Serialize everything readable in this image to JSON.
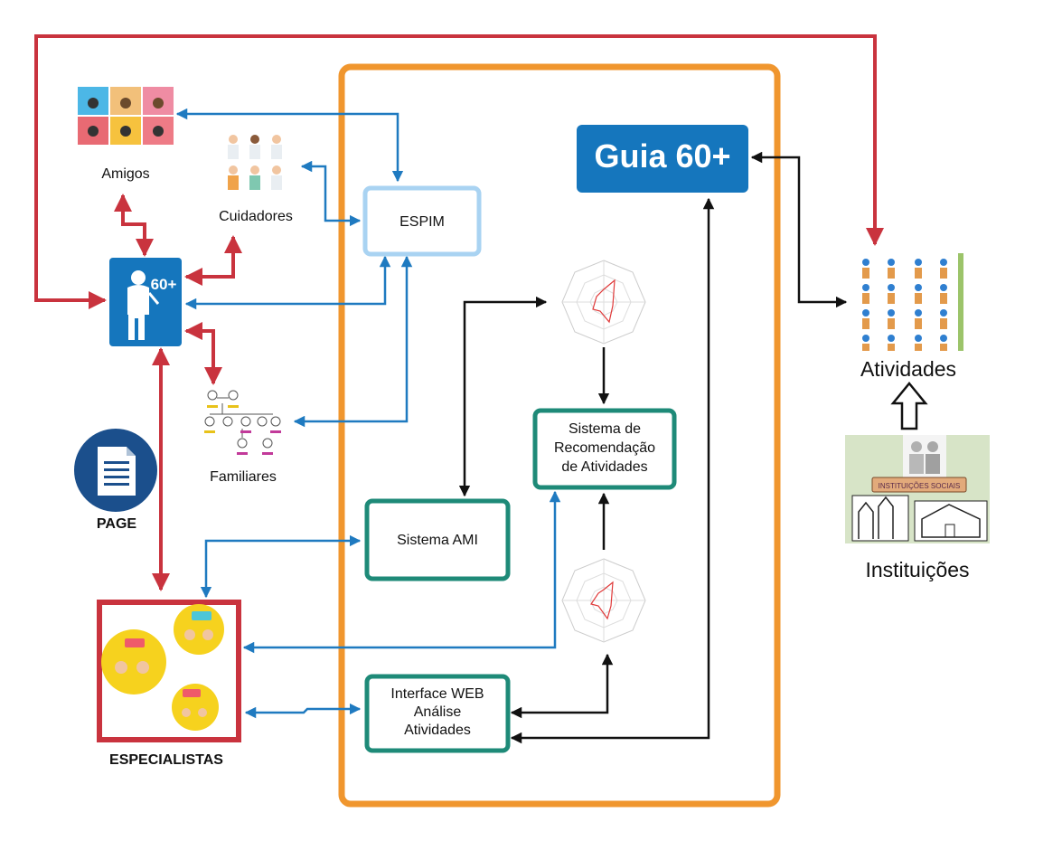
{
  "colors": {
    "red_arrow": "#c9333e",
    "blue_arrow": "#1f7ac0",
    "black_arrow": "#111111",
    "main_frame": "#f0962e",
    "guia_fill": "#1576bd",
    "espim_border": "#a9d3f2",
    "teal_border": "#1e8a78",
    "especialistas_border": "#c9333e",
    "page_icon": "#1b4f8c"
  },
  "nodes": {
    "guia": {
      "label": "Guia 60+"
    },
    "espim": {
      "label": "ESPIM"
    },
    "sistema_rec": {
      "line1": "Sistema de",
      "line2": "Recomendação",
      "line3": "de Atividades"
    },
    "sistema_ami": {
      "label": "Sistema AMI"
    },
    "interface_web": {
      "line1": "Interface WEB",
      "line2": "Análise",
      "line3": "Atividades"
    }
  },
  "labels": {
    "amigos": "Amigos",
    "cuidadores": "Cuidadores",
    "familiares": "Familiares",
    "page": "PAGE",
    "especialistas": "ESPECIALISTAS",
    "atividades": "Atividades",
    "instituicoes": "Instituições",
    "user_badge": "60+",
    "instituicoes_banner": "INSTITUIÇÕES SOCIAIS"
  },
  "icons": {
    "user": "elderly-person-icon",
    "page": "document-icon",
    "amigos": "friends-thumbnail-icon",
    "cuidadores": "caregivers-icon",
    "familiares": "family-tree-icon",
    "radar": "radar-chart-icon",
    "atividades": "activities-grid-icon",
    "hollow_arrow": "hollow-up-arrow-icon",
    "instituicoes": "institutions-image-icon",
    "especialistas": "specialists-icon"
  }
}
